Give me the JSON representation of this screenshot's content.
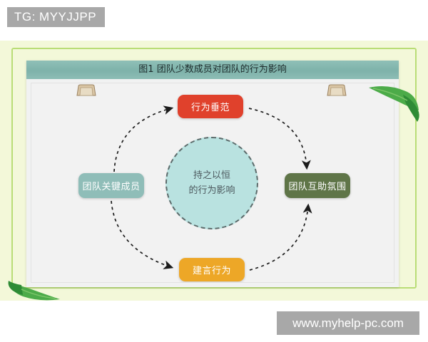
{
  "watermarks": {
    "telegram": "TG: MYYJJPP",
    "site": "www.myhelp-pc.com"
  },
  "card": {
    "title": "图1  团队少数成员对团队的行为影响"
  },
  "diagram": {
    "type": "cycle-diagram",
    "center": {
      "name": "persistent-behavior-influence",
      "line1": "持之以恒",
      "line2": "的行为影响",
      "color": "#b9e2e0"
    },
    "nodes": [
      {
        "id": "top",
        "label": "行为垂范",
        "color": "#e0412c"
      },
      {
        "id": "right",
        "label": "团队互助氛围",
        "color": "#5f7548"
      },
      {
        "id": "bottom",
        "label": "建言行为",
        "color": "#eda727"
      },
      {
        "id": "left",
        "label": "团队关键成员",
        "color": "#8fbdb8"
      }
    ],
    "arrows": [
      {
        "from": "left",
        "to": "top",
        "style": "dashed"
      },
      {
        "from": "top",
        "to": "right",
        "style": "dashed"
      },
      {
        "from": "left",
        "to": "bottom",
        "style": "dashed"
      },
      {
        "from": "bottom",
        "to": "right",
        "style": "dashed"
      }
    ]
  },
  "theme": {
    "stage_background": "#f3f8d9",
    "frame_border": "#b9dd76",
    "title_bar": "#7eb2aa",
    "card_background": "#f2f2f2",
    "watermark_background": "#a8a8a8"
  },
  "decorations": [
    {
      "name": "paper-clip-left",
      "kind": "clip"
    },
    {
      "name": "paper-clip-right",
      "kind": "clip"
    },
    {
      "name": "leaf-top-right",
      "kind": "leaf"
    },
    {
      "name": "leaf-bottom-left",
      "kind": "leaf"
    }
  ]
}
